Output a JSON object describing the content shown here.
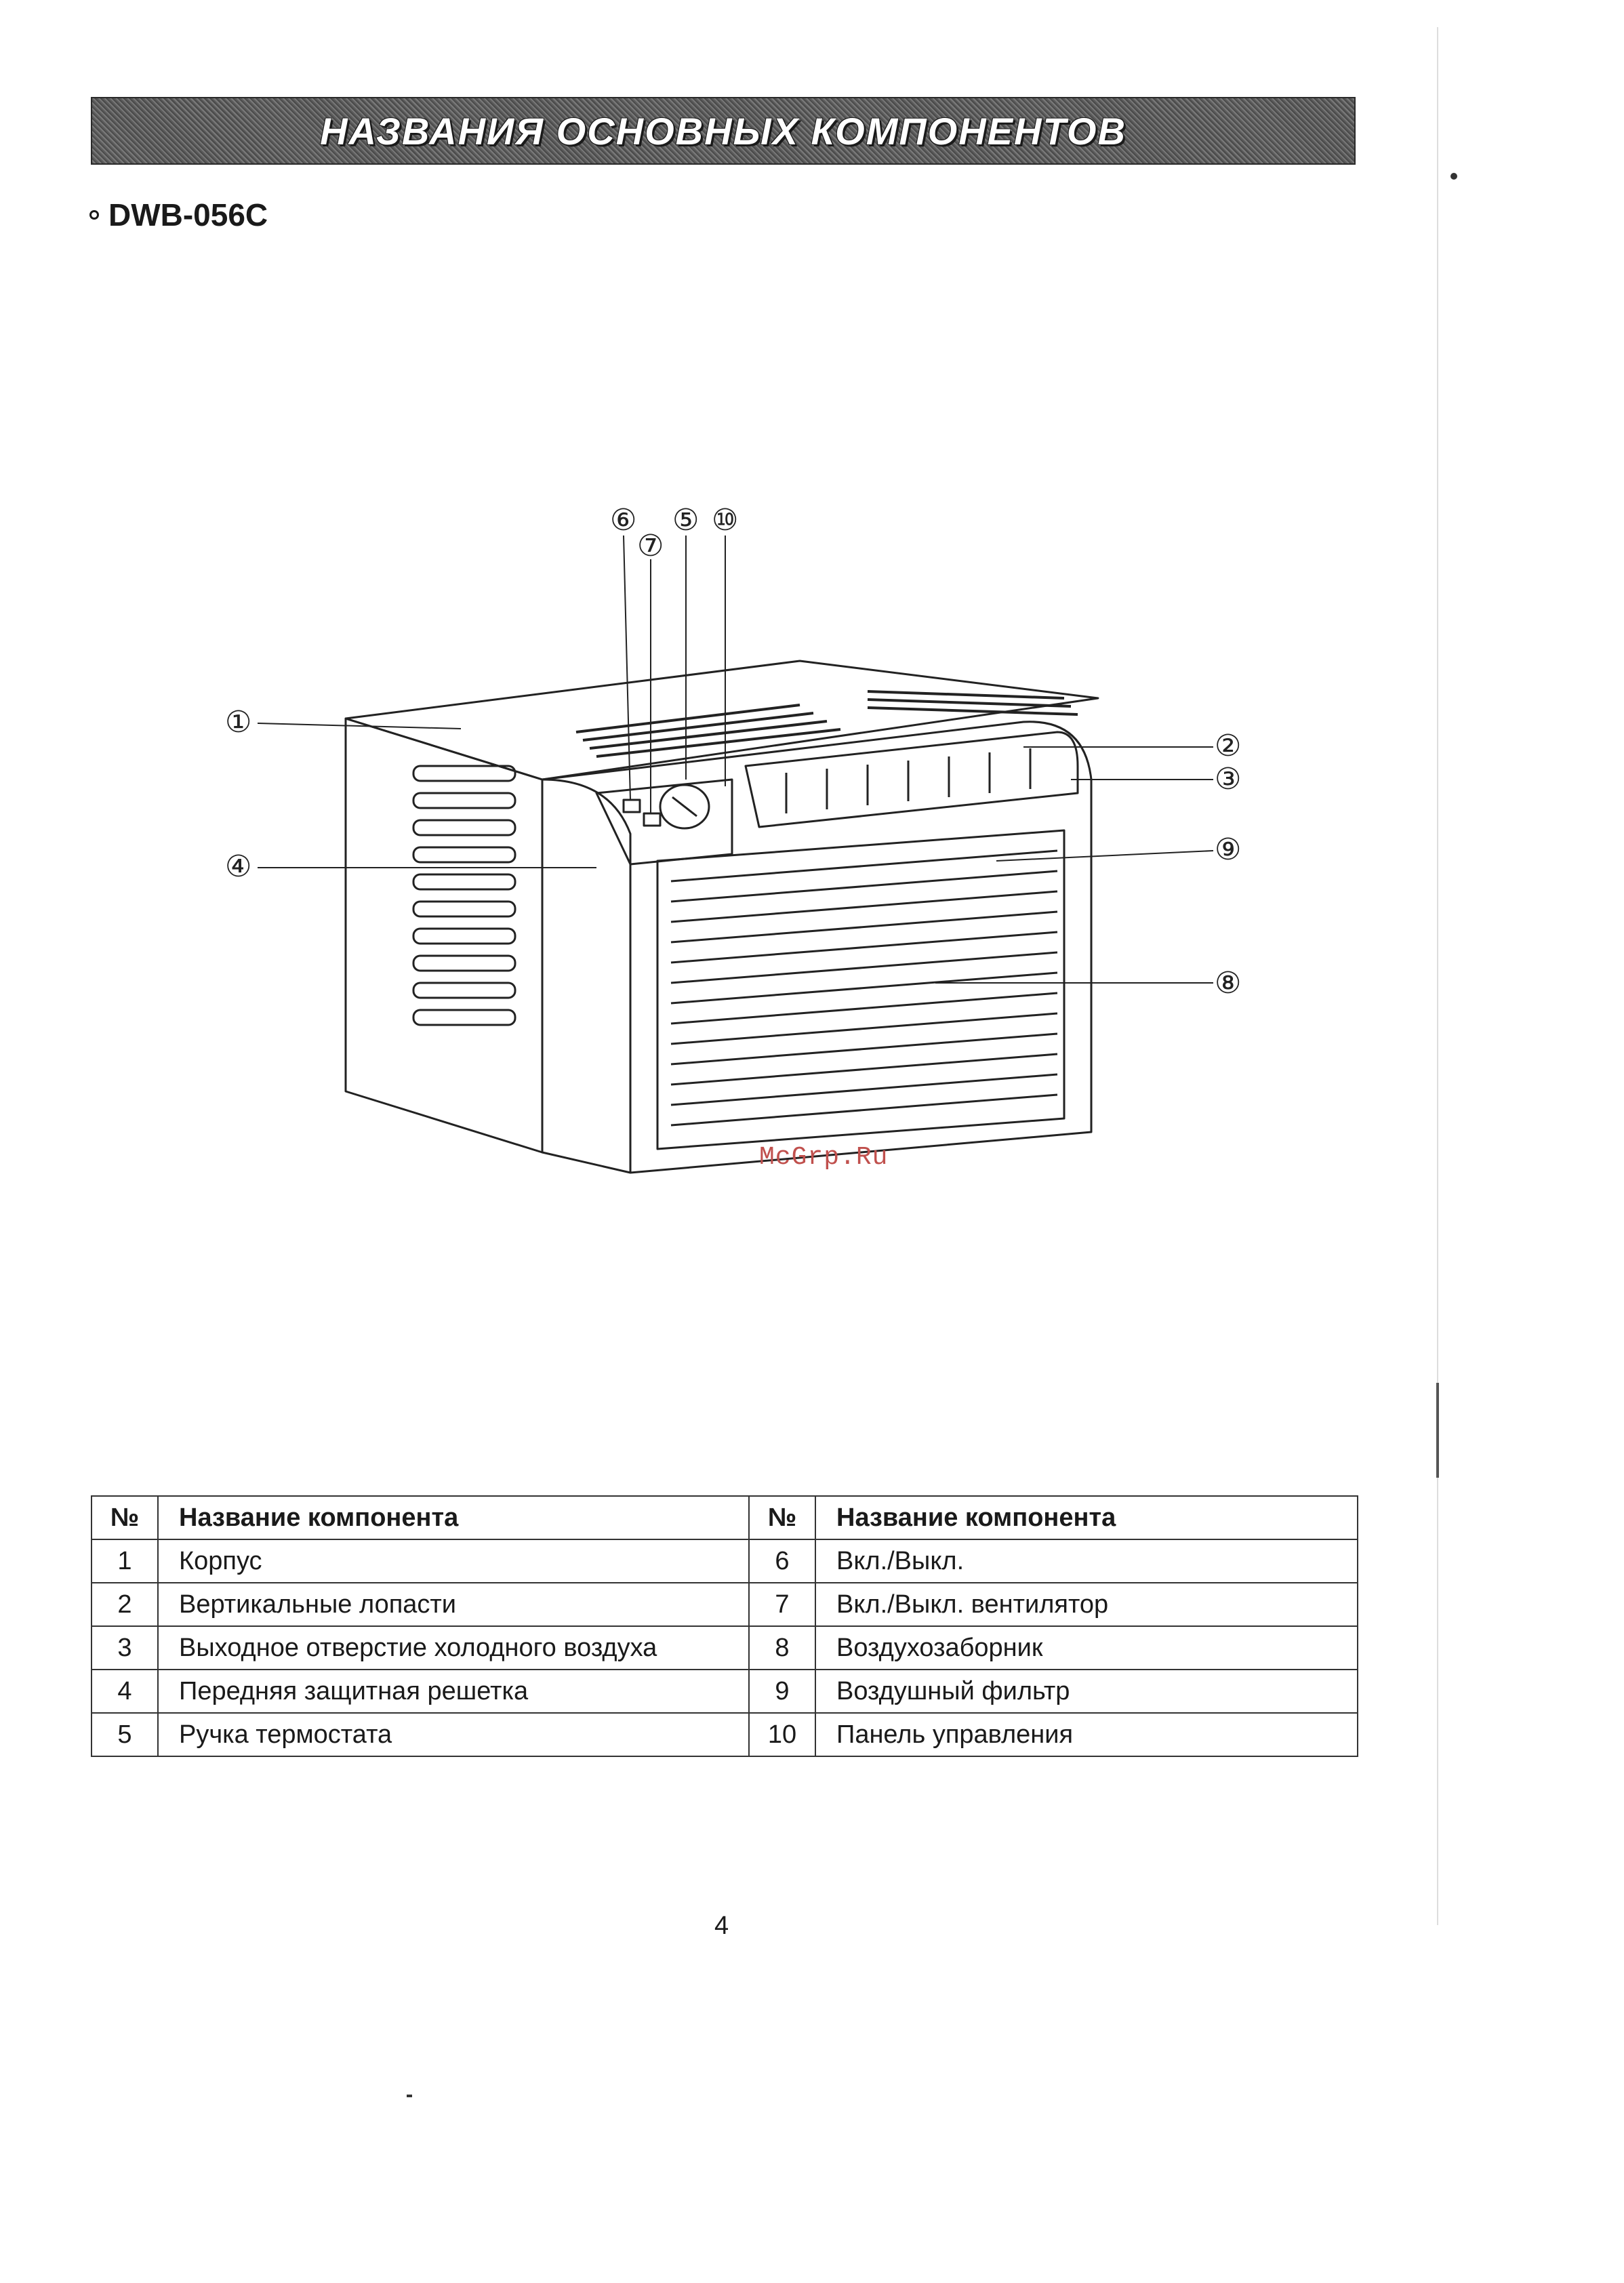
{
  "header": {
    "title": "НАЗВАНИЯ ОСНОВНЫХ КОМПОНЕНТОВ"
  },
  "model": {
    "name": "DWB-056C"
  },
  "figure": {
    "callouts": [
      "①",
      "②",
      "③",
      "④",
      "⑤",
      "⑥",
      "⑦",
      "⑧",
      "⑨",
      "⑩"
    ]
  },
  "watermark": "McGrp.Ru",
  "table": {
    "headers": {
      "num": "№",
      "name": "Название компонента"
    },
    "rows": [
      {
        "n1": "1",
        "c1": "Корпус",
        "n2": "6",
        "c2": "Вкл./Выкл."
      },
      {
        "n1": "2",
        "c1": "Вертикальные лопасти",
        "n2": "7",
        "c2": "Вкл./Выкл. вентилятор"
      },
      {
        "n1": "3",
        "c1": "Выходное отверстие холодного воздуха",
        "n2": "8",
        "c2": "Воздухозаборник"
      },
      {
        "n1": "4",
        "c1": "Передняя защитная решетка",
        "n2": "9",
        "c2": "Воздушный фильтр"
      },
      {
        "n1": "5",
        "c1": "Ручка термостата",
        "n2": "10",
        "c2": "Панель управления"
      }
    ]
  },
  "page_number": "4"
}
